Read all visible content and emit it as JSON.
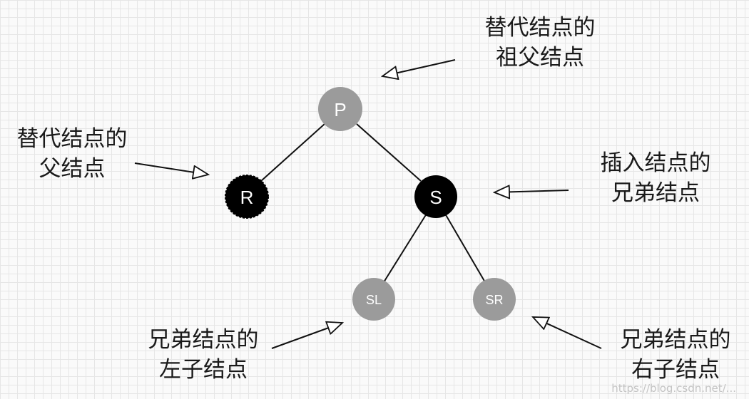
{
  "nodes": {
    "p": {
      "label": "P",
      "color": "#9b9b9b"
    },
    "r": {
      "label": "R",
      "color": "#000000"
    },
    "s": {
      "label": "S",
      "color": "#000000"
    },
    "sl": {
      "label": "SL",
      "color": "#9b9b9b"
    },
    "sr": {
      "label": "SR",
      "color": "#9b9b9b"
    }
  },
  "annotations": {
    "grandparent": [
      "替代结点的",
      "祖父结点"
    ],
    "parent": [
      "替代结点的",
      "父结点"
    ],
    "sibling": [
      "插入结点的",
      "兄弟结点"
    ],
    "sibling_left_child": [
      "兄弟结点的",
      "左子结点"
    ],
    "sibling_right_child": [
      "兄弟结点的",
      "右子结点"
    ]
  },
  "watermark": "https://blog.csdn.net/..."
}
